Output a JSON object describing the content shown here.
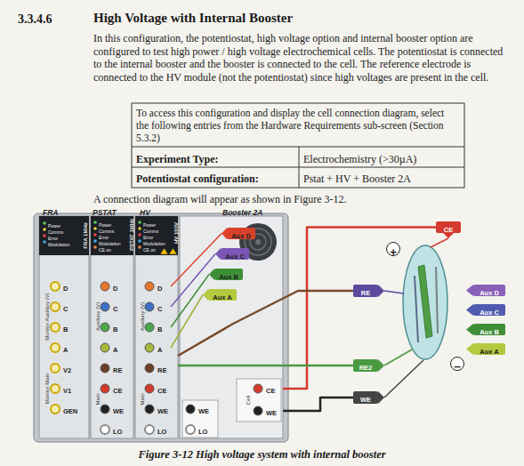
{
  "diagram": {
    "title": "High Voltage with Internal Booster",
    "caption": "Figure 3-12 High voltage system with internal booster",
    "nodes": [
      {
        "text": [
          "FRA"
        ]
      },
      {
        "text": [
          "PSTAT"
        ]
      },
      {
        "text": [
          "HV"
        ]
      },
      {
        "text": [
          "Booster 2A"
        ]
      },
      {
        "text": [
          "Aux D"
        ],
        "in": 3
      },
      {
        "text": [
          "Aux C"
        ],
        "in": 3
      },
      {
        "text": [
          "Aux B"
        ],
        "in": 3
      },
      {
        "text": [
          "Aux A"
        ],
        "in": 3
      },
      {
        "text": [
          "CE"
        ]
      },
      {
        "text": [
          "+"
        ]
      },
      {
        "text": [
          "RE"
        ]
      },
      {
        "text": [
          "Aux D"
        ]
      },
      {
        "text": [
          "Aux C"
        ]
      },
      {
        "text": [
          "Aux B"
        ]
      },
      {
        "text": [
          "Aux A"
        ]
      },
      {
        "text": [
          "−"
        ]
      },
      {
        "text": [
          "RE2"
        ]
      },
      {
        "text": [
          "WE"
        ]
      }
    ],
    "edges": [
      {
        "from": 3,
        "to": 8,
        "arrow": "none"
      },
      {
        "from": 2,
        "to": 10,
        "arrow": "none"
      },
      {
        "from": 2,
        "to": 16,
        "arrow": "none"
      },
      {
        "from": 3,
        "to": 17,
        "arrow": "none"
      }
    ],
    "labels": [
      "3.3.4.6",
      "In this configuration, the potentiostat, high voltage option and internal booster option are configured to test high power / high voltage electrochemical cells. The potentiostat is connected to the internal booster and the booster is connected to the cell. The reference electrode is connected to the HV module (not the potentiostat) since high voltages are present in the cell.",
      "To access this configuration and display the cell connection diagram, select the following entries from the Hardware Requirements sub-screen (Section 5.3.2)",
      "Experiment Type:",
      "Electrochemistry (>30µA)",
      "Potentiostat configuration:",
      "Pstat + HV + Booster 2A",
      "A connection diagram will appear as shown in Figure 3-12.",
      "Power",
      "Comms",
      "Error",
      "Modulation",
      "FRA 1MHz",
      "Power",
      "Comms",
      "Error",
      "Modulation",
      "CE on",
      "PSTAT 1MHz",
      "Power",
      "Comms",
      "Error",
      "Modulation",
      "CE on",
      "HV 100V",
      "D",
      "C",
      "B",
      "A",
      "V2",
      "V1",
      "GEN",
      "Monitor Auxiliary (V)",
      "Monitor Main",
      "D",
      "C",
      "B",
      "A",
      "RE",
      "CE",
      "WE",
      "LO",
      "Auxiliary (V)",
      "Main",
      "D",
      "C",
      "B",
      "A",
      "RE",
      "CE",
      "WE",
      "LO",
      "Auxiliary (V)",
      "Main",
      "WE",
      "LO",
      "Cell",
      "CE",
      "WE"
    ]
  }
}
